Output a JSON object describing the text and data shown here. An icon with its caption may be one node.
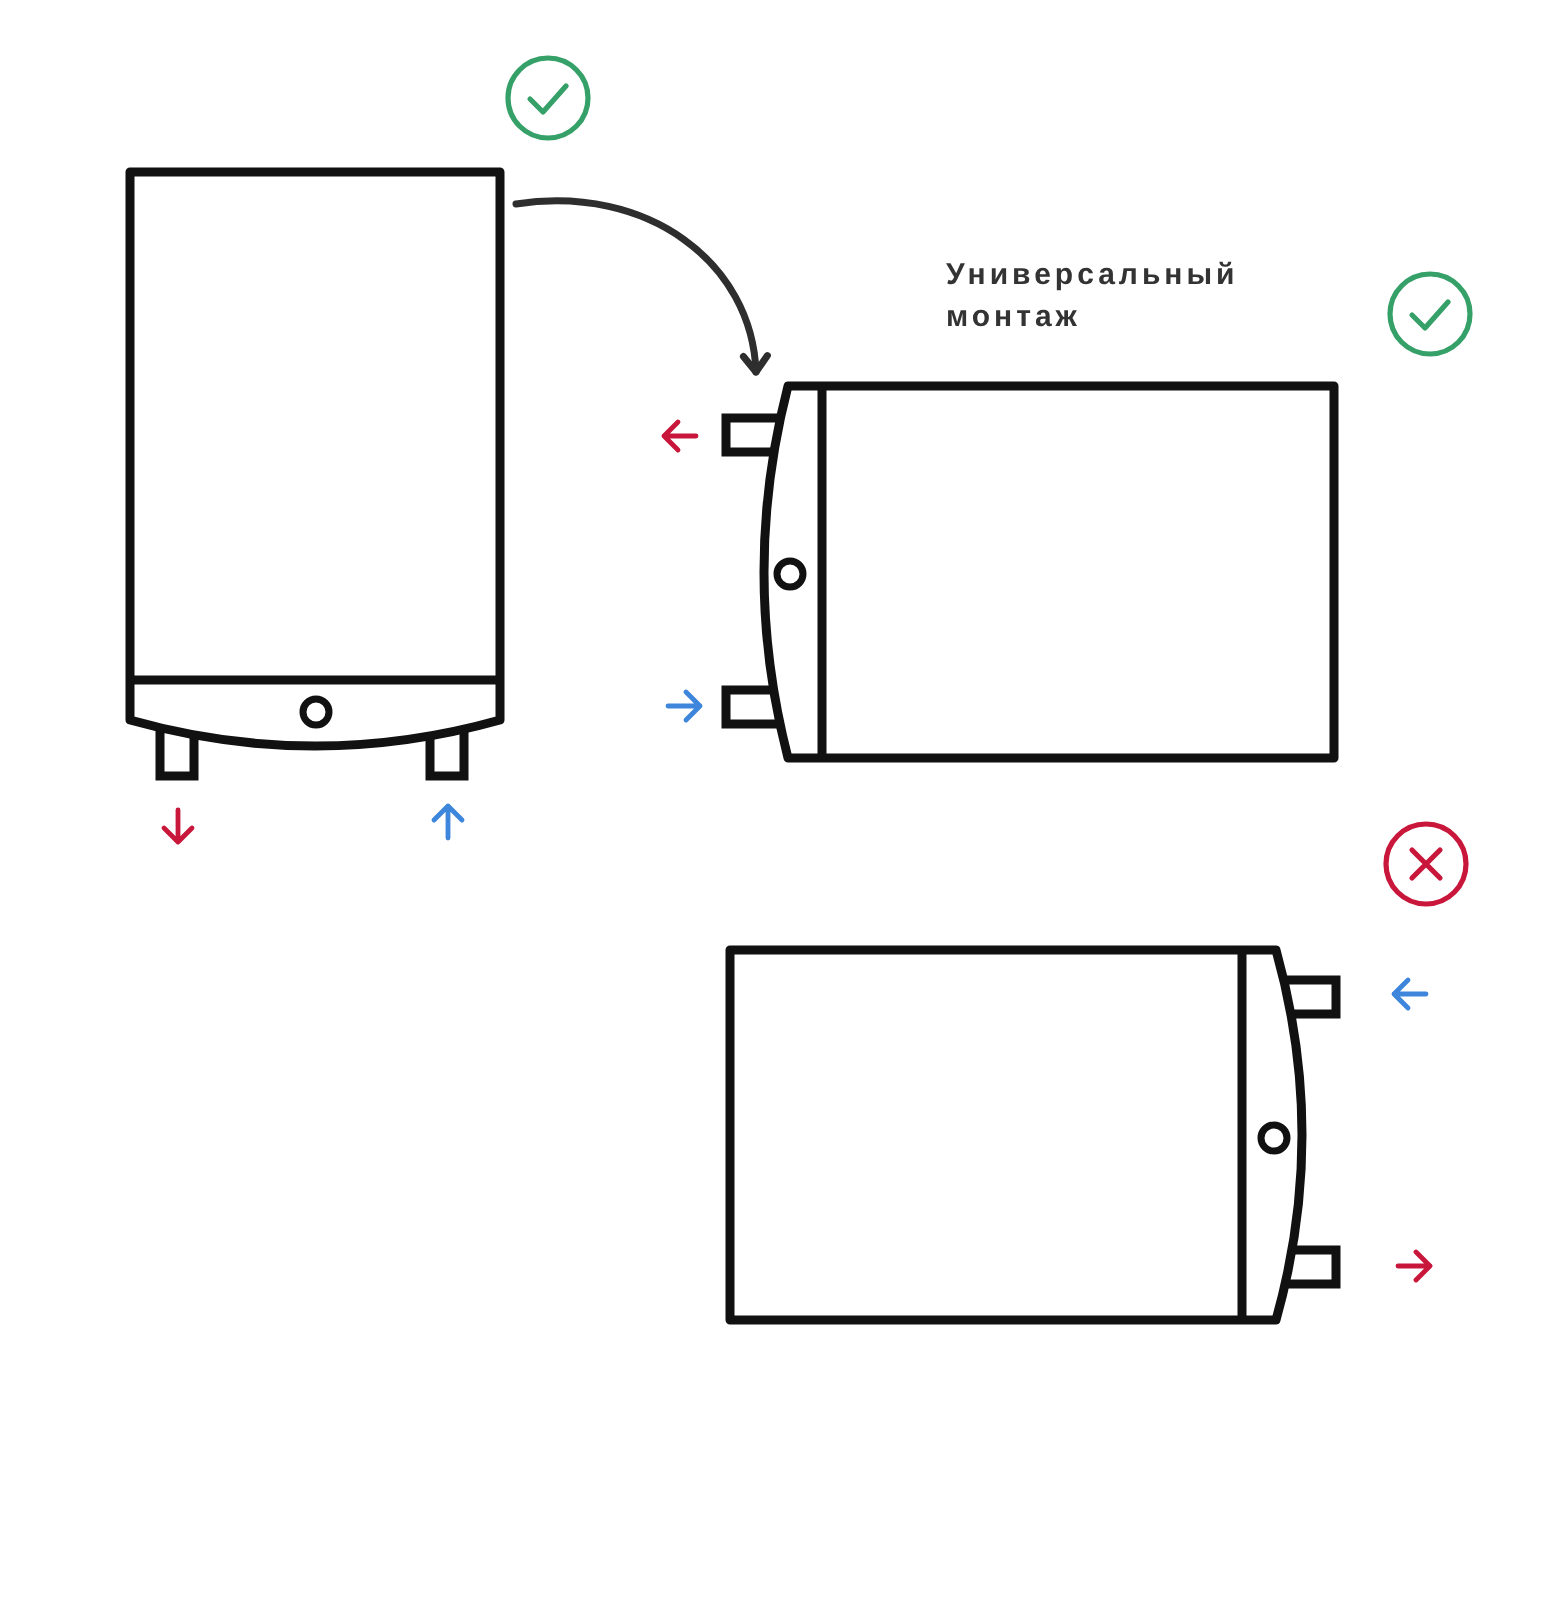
{
  "diagram": {
    "nodes": [
      {
        "text": [],
        "shape": "picture"
      },
      {
        "text": [],
        "shape": "picture"
      },
      {
        "text": [],
        "shape": "picture"
      }
    ],
    "edges": [
      {
        "from": 0,
        "to": 1,
        "arrow": "to"
      }
    ],
    "labels": [
      "Универсальный монтаж"
    ]
  }
}
